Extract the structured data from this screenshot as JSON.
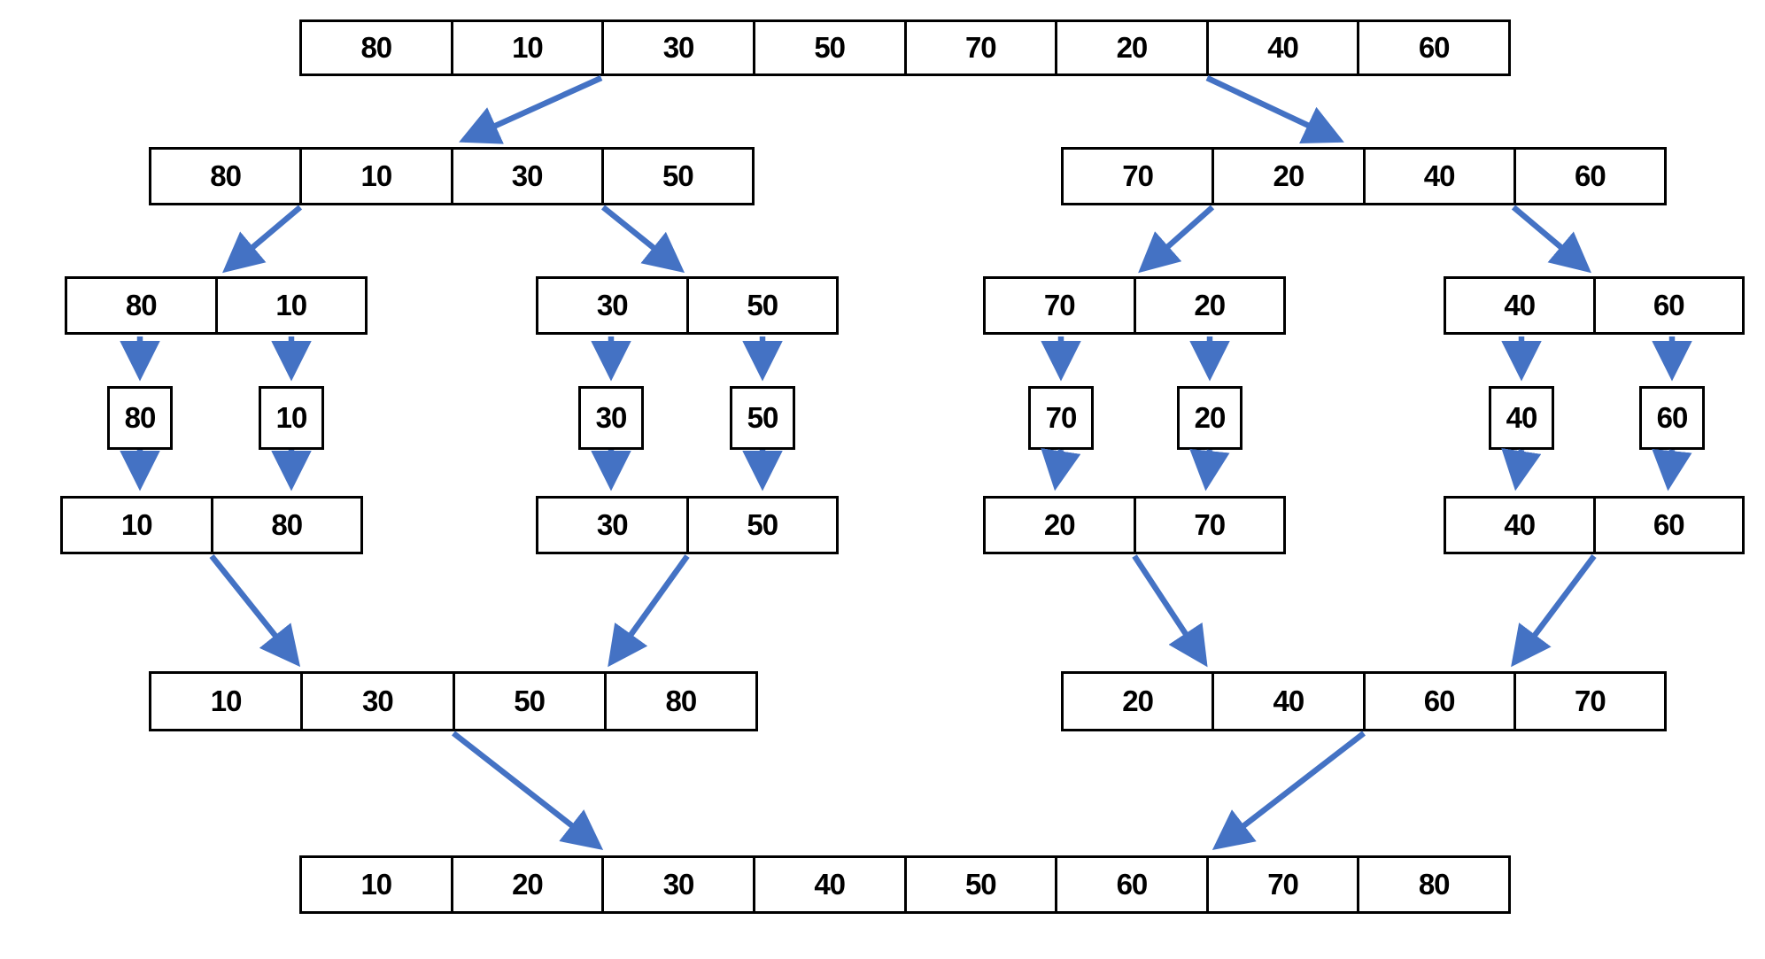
{
  "diagram": {
    "type": "merge-sort-recursion-tree",
    "background": "#ffffff",
    "box_border_color": "#000000",
    "text_color": "#000000",
    "arrow_color": "#4472C4"
  },
  "levels": {
    "l1": [
      "80",
      "10",
      "30",
      "50",
      "70",
      "20",
      "40",
      "60"
    ],
    "l2_left": [
      "80",
      "10",
      "30",
      "50"
    ],
    "l2_right": [
      "70",
      "20",
      "40",
      "60"
    ],
    "l3_a": [
      "80",
      "10"
    ],
    "l3_b": [
      "30",
      "50"
    ],
    "l3_c": [
      "70",
      "20"
    ],
    "l3_d": [
      "40",
      "60"
    ],
    "l4_singles": [
      "80",
      "10",
      "30",
      "50",
      "70",
      "20",
      "40",
      "60"
    ],
    "l5_a": [
      "10",
      "80"
    ],
    "l5_b": [
      "30",
      "50"
    ],
    "l5_c": [
      "20",
      "70"
    ],
    "l5_d": [
      "40",
      "60"
    ],
    "l6_left": [
      "10",
      "30",
      "50",
      "80"
    ],
    "l6_right": [
      "20",
      "40",
      "60",
      "70"
    ],
    "l7": [
      "10",
      "20",
      "30",
      "40",
      "50",
      "60",
      "70",
      "80"
    ]
  }
}
